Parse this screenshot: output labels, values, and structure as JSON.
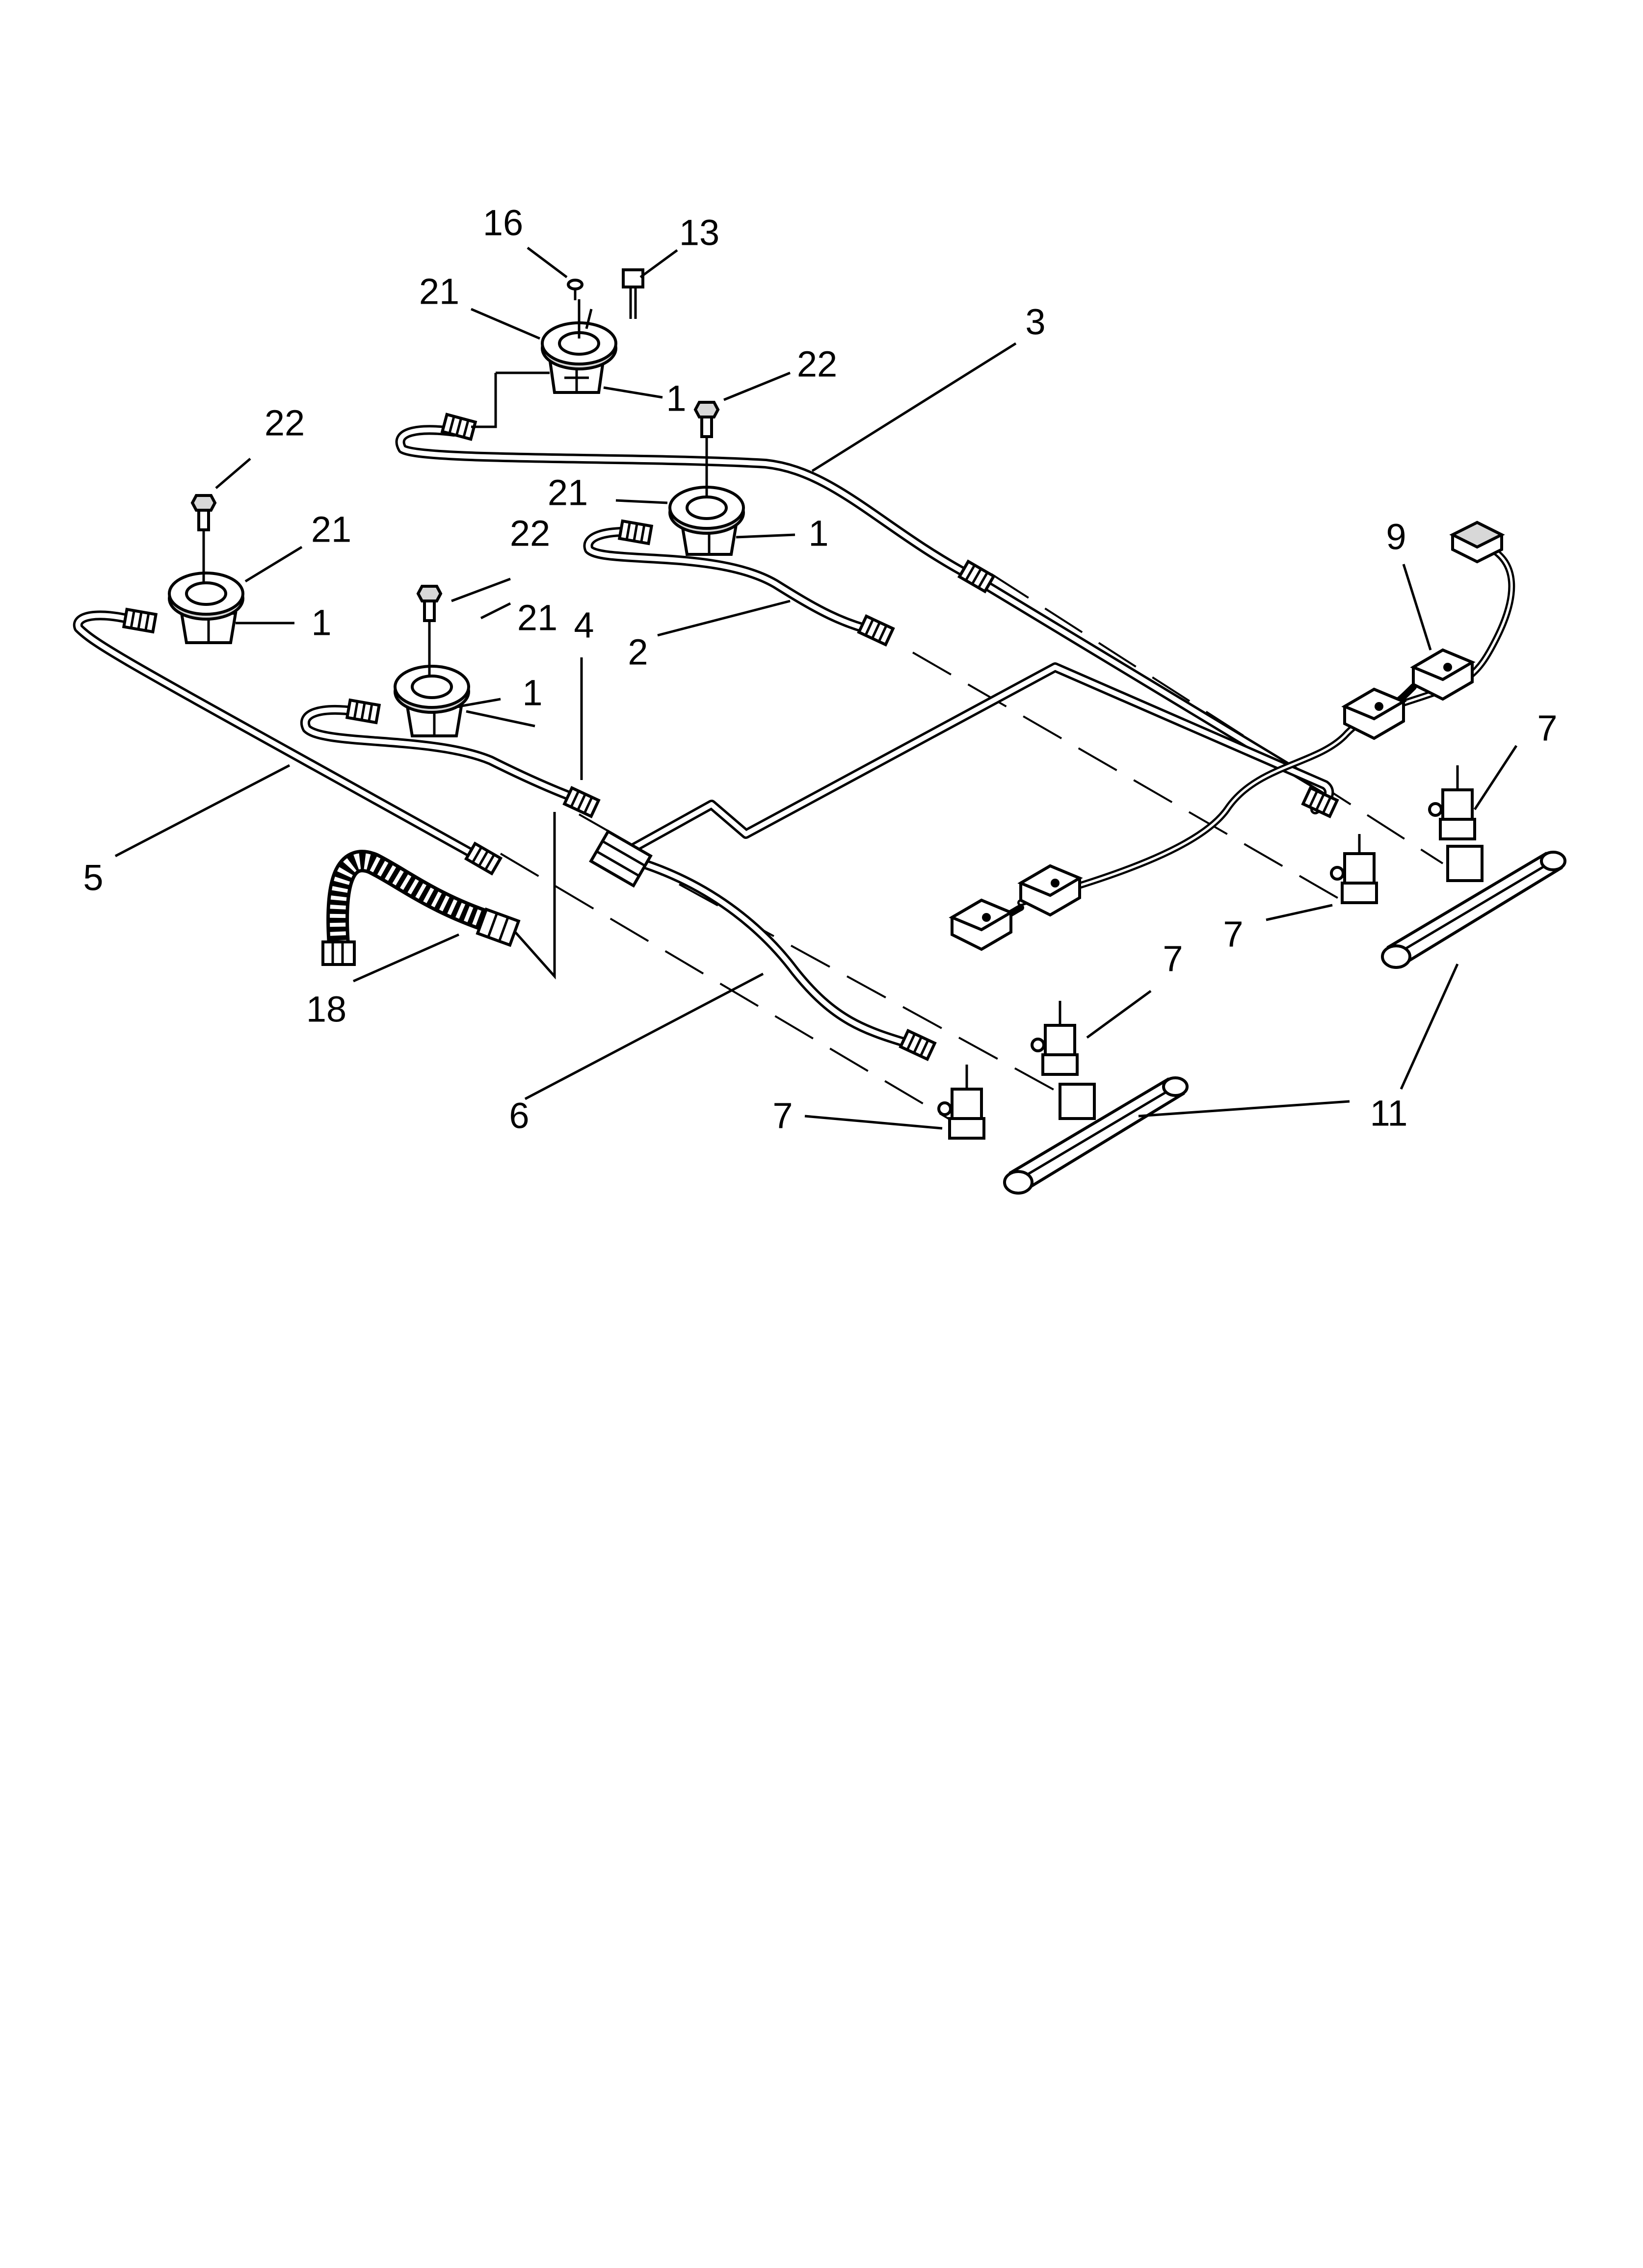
{
  "diagram": {
    "callouts": [
      {
        "key": "c16",
        "label": "16"
      },
      {
        "key": "c13",
        "label": "13"
      },
      {
        "key": "c21a",
        "label": "21"
      },
      {
        "key": "c3",
        "label": "3"
      },
      {
        "key": "c1a",
        "label": "1"
      },
      {
        "key": "c22a",
        "label": "22"
      },
      {
        "key": "c22b",
        "label": "22"
      },
      {
        "key": "c21b",
        "label": "21"
      },
      {
        "key": "c1b",
        "label": "1"
      },
      {
        "key": "c21c",
        "label": "21"
      },
      {
        "key": "c22c",
        "label": "22"
      },
      {
        "key": "c9",
        "label": "9"
      },
      {
        "key": "c1c",
        "label": "1"
      },
      {
        "key": "c21d",
        "label": "21"
      },
      {
        "key": "c4",
        "label": "4"
      },
      {
        "key": "c2",
        "label": "2"
      },
      {
        "key": "c1d",
        "label": "1"
      },
      {
        "key": "c7a",
        "label": "7"
      },
      {
        "key": "c5",
        "label": "5"
      },
      {
        "key": "c7b",
        "label": "7"
      },
      {
        "key": "c18",
        "label": "18"
      },
      {
        "key": "c7c",
        "label": "7"
      },
      {
        "key": "c6",
        "label": "6"
      },
      {
        "key": "c7d",
        "label": "7"
      },
      {
        "key": "c11",
        "label": "11"
      }
    ]
  }
}
